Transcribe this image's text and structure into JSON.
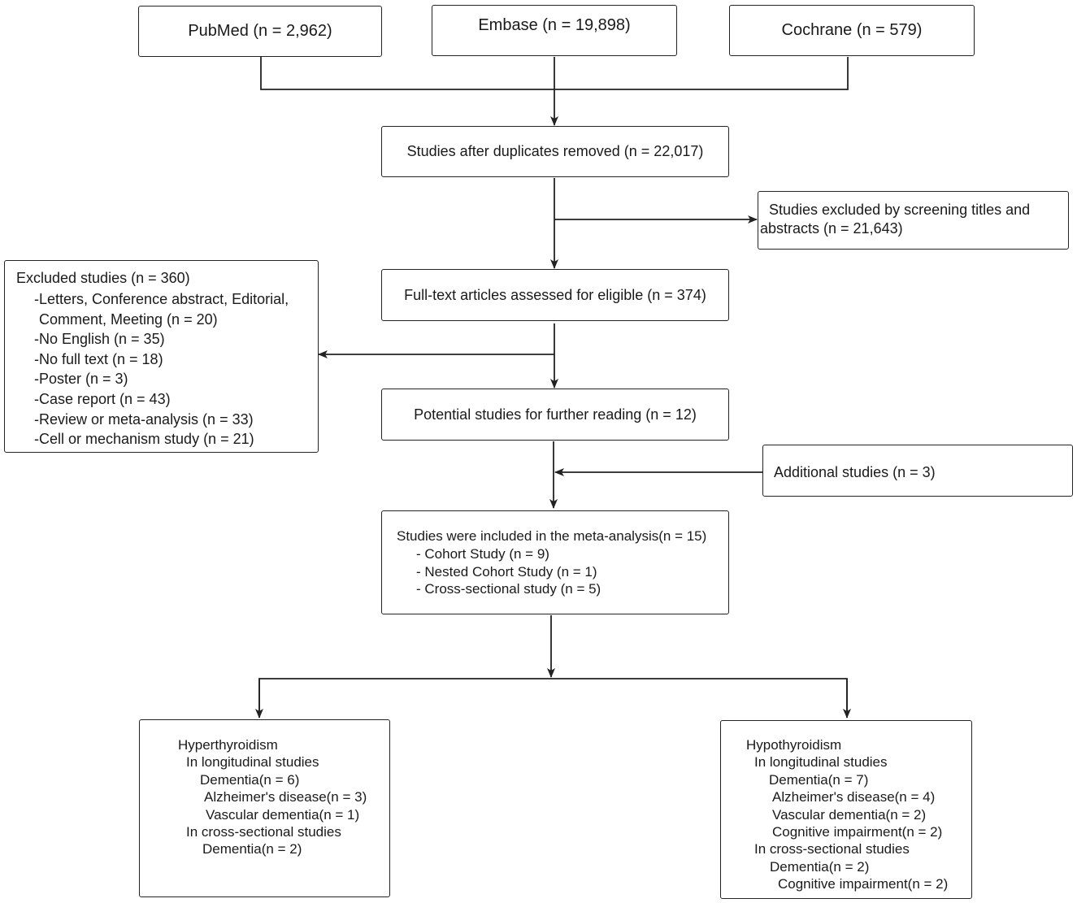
{
  "sources": {
    "pubmed": "PubMed (n = 2,962)",
    "embase": "Embase (n = 19,898)",
    "cochrane": "Cochrane (n = 579)"
  },
  "dedup": "Studies after duplicates removed (n = 22,017)",
  "screen_excluded": {
    "line1": "Studies excluded by screening titles and",
    "line2": "abstracts (n = 21,643)"
  },
  "fulltext": "Full-text articles assessed for eligible (n = 374)",
  "excluded": {
    "title": "Excluded studies (n = 360)",
    "items": [
      "-Letters, Conference abstract, Editorial,",
      "Comment, Meeting (n = 20)",
      "-No English (n = 35)",
      "-No full text (n = 18)",
      "-Poster (n = 3)",
      "-Case report (n = 43)",
      "-Review or meta-analysis (n = 33)",
      "-Cell or mechanism study (n = 21)"
    ]
  },
  "potential": "Potential studies for further reading (n = 12)",
  "additional": "Additional studies (n = 3)",
  "included": {
    "title": "Studies were included in the meta-analysis(n = 15)",
    "items": [
      "- Cohort Study (n = 9)",
      "- Nested Cohort Study (n = 1)",
      "- Cross-sectional study (n = 5)"
    ]
  },
  "hyper": {
    "title": "Hyperthyroidism",
    "long_title": "In longitudinal studies",
    "dementia": "Dementia(n = 6)",
    "ad": "Alzheimer's disease(n = 3)",
    "vd": "Vascular dementia(n = 1)",
    "cross_title": "In cross-sectional studies",
    "cross_dementia": "Dementia(n = 2)"
  },
  "hypo": {
    "title": "Hypothyroidism",
    "long_title": "In longitudinal studies",
    "dementia": "Dementia(n = 7)",
    "ad": "Alzheimer's disease(n = 4)",
    "vd": "Vascular dementia(n = 2)",
    "ci": "Cognitive impairment(n = 2)",
    "cross_title": "In cross-sectional studies",
    "cross_dementia": "Dementia(n = 2)",
    "cross_ci": "Cognitive impairment(n = 2)"
  }
}
